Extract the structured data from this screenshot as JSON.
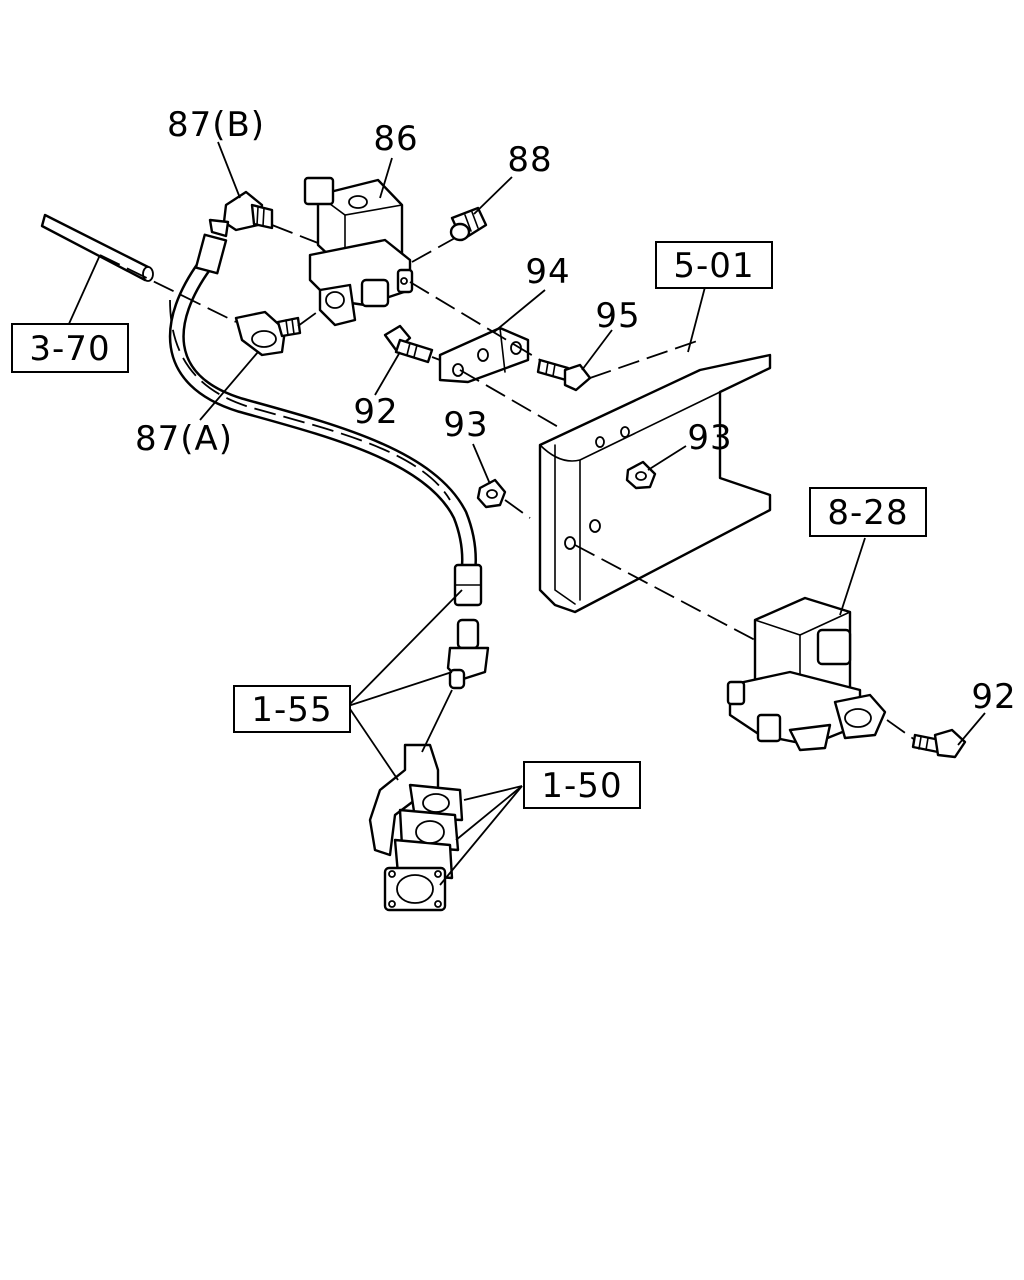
{
  "diagram": {
    "callouts": {
      "c87b": "87(B)",
      "c86": "86",
      "c88": "88",
      "c94": "94",
      "c95": "95",
      "c92a": "92",
      "c87a": "87(A)",
      "c93a": "93",
      "c93b": "93",
      "c92b": "92"
    },
    "references": {
      "r370": "3-70",
      "r501": "5-01",
      "r828": "8-28",
      "r155": "1-55",
      "r150": "1-50"
    }
  }
}
